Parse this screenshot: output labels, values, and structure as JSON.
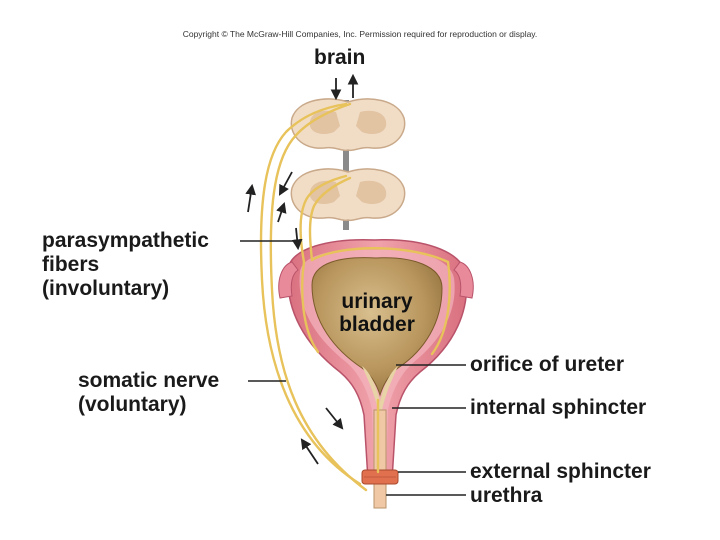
{
  "copyright": "Copyright © The McGraw-Hill Companies, Inc. Permission required for reproduction or display.",
  "labels": {
    "brain": "brain",
    "parasympathetic_line1": "parasympathetic",
    "parasympathetic_line2": "fibers",
    "parasympathetic_line3": "(involuntary)",
    "somatic_line1": "somatic nerve",
    "somatic_line2": "(voluntary)",
    "bladder_line1": "urinary",
    "bladder_line2": "bladder",
    "orifice": "orifice of ureter",
    "internal_sphincter": "internal sphincter",
    "external_sphincter": "external sphincter",
    "urethra": "urethra"
  },
  "colors": {
    "nerve": "#e8c25a",
    "bladder_wall": "#e98a9a",
    "bladder_lumen": "#b89660",
    "spinal_cord": "#f1ddc6",
    "sphincter": "#e0704e"
  }
}
